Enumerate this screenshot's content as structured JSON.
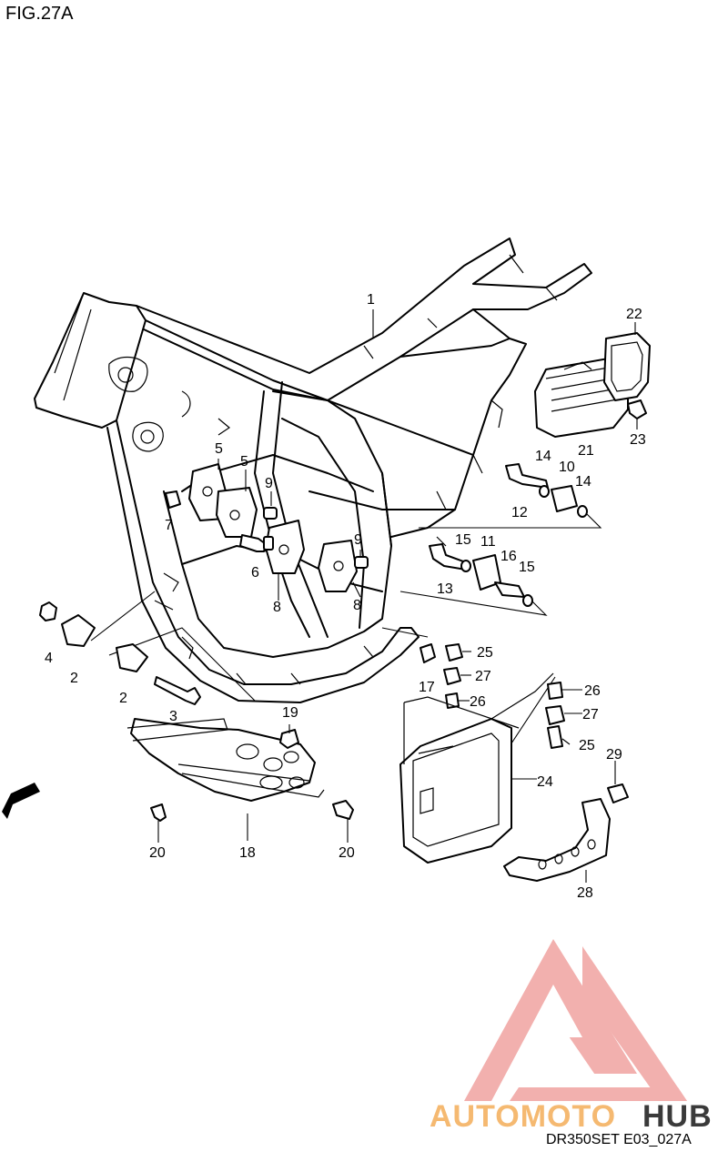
{
  "figure": {
    "title": "FIG.27A",
    "reference": "DR350SET E03_027A",
    "fwd_badge": "FWD"
  },
  "watermark": {
    "brand_part1": "AUTOMOTO",
    "brand_part2": "HUB",
    "color_primary": "#f0a3a0",
    "color_accent": "#f5b971",
    "color_dark": "#3a3a3a"
  },
  "callouts": [
    "1",
    "2",
    "2",
    "3",
    "4",
    "5",
    "5",
    "6",
    "7",
    "8",
    "8",
    "9",
    "9",
    "10",
    "11",
    "12",
    "13",
    "14",
    "14",
    "15",
    "15",
    "16",
    "17",
    "18",
    "19",
    "20",
    "20",
    "21",
    "22",
    "23",
    "24",
    "25",
    "25",
    "26",
    "26",
    "27",
    "27",
    "28",
    "29"
  ]
}
